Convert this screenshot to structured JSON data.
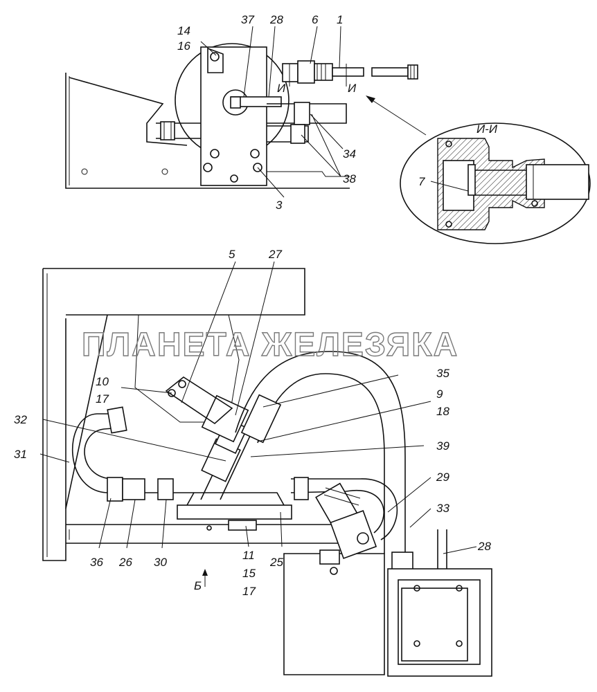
{
  "section_title": "И-И",
  "section_marks": [
    "И",
    "И"
  ],
  "view_label": "Б",
  "watermark": "ПЛАНЕТА ЖЕЛЕЗЯКА",
  "callouts_top": {
    "c14": "14",
    "c16": "16",
    "c37": "37",
    "c28a": "28",
    "c6": "6",
    "c1": "1",
    "c34": "34",
    "c38": "38",
    "c3": "3",
    "c7": "7"
  },
  "callouts_bottom": {
    "c5": "5",
    "c27": "27",
    "c10": "10",
    "c17a": "17",
    "c35": "35",
    "c9": "9",
    "c18": "18",
    "c32": "32",
    "c31": "31",
    "c39": "39",
    "c29": "29",
    "c33": "33",
    "c28b": "28",
    "c36": "36",
    "c26": "26",
    "c30": "30",
    "c11": "11",
    "c15": "15",
    "c17b": "17",
    "c25": "25"
  }
}
